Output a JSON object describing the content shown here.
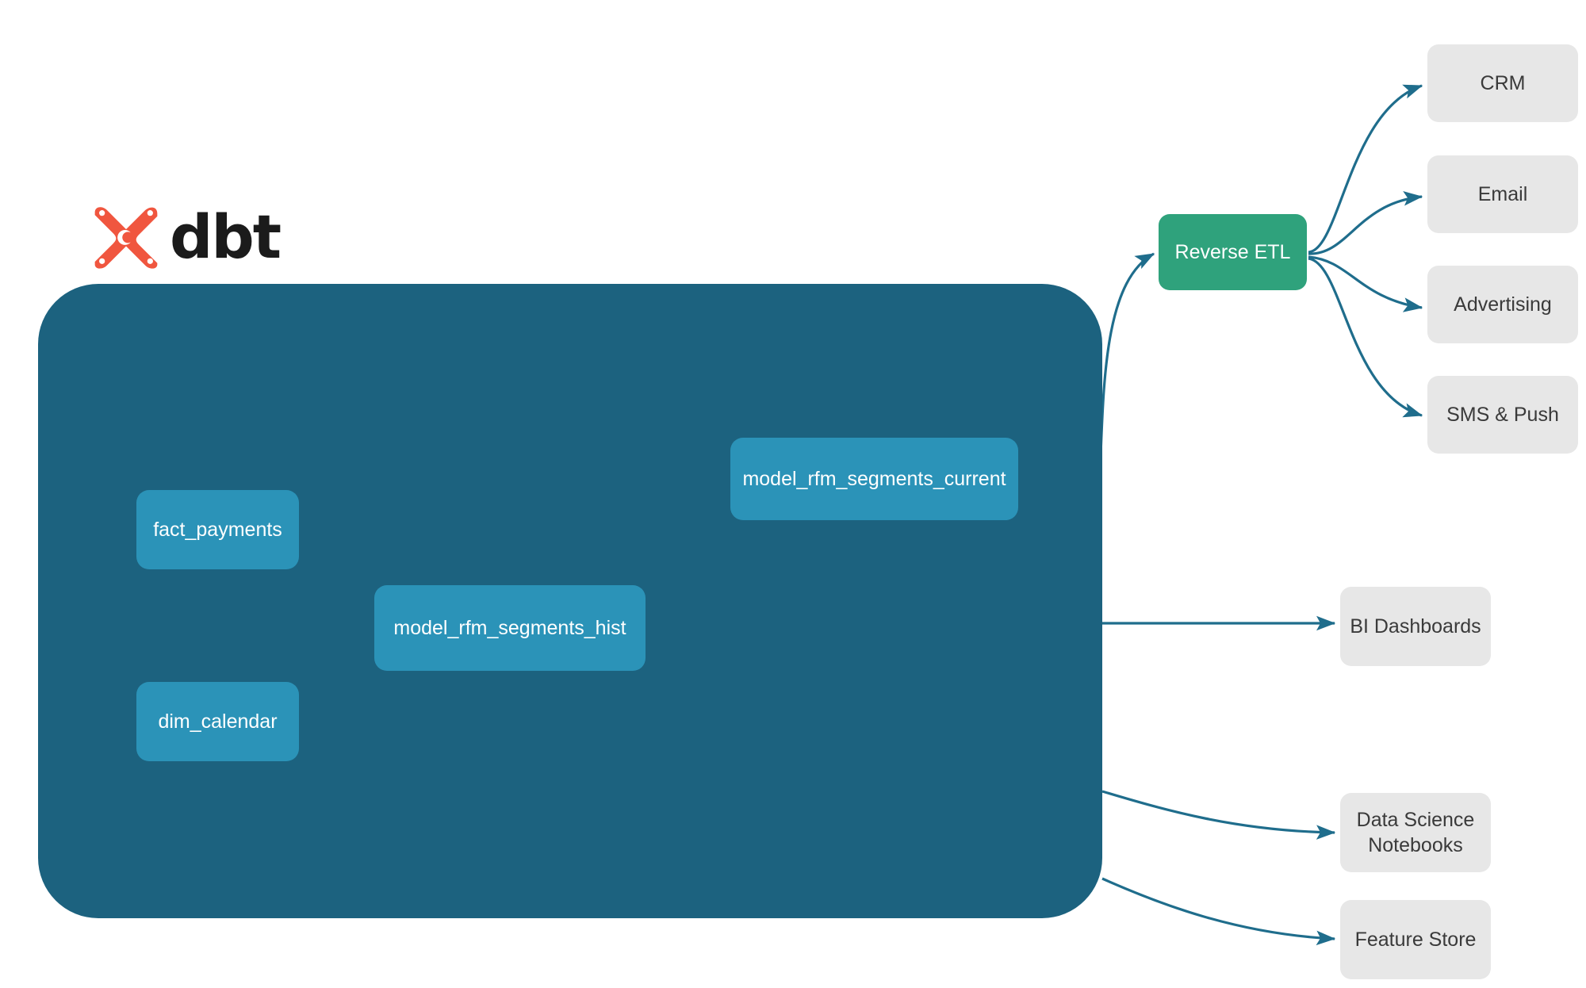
{
  "diagram": {
    "title": "dbt RFM segmentation lineage and activation",
    "brand": {
      "logo_icon": "dbt-logo-icon",
      "wordmark": "dbt",
      "logo_color": "#f0563f"
    },
    "colors": {
      "background": "#ffffff",
      "project_container": "#1c627f",
      "model_node": "#2b93b8",
      "reverse_etl_node": "#2fa27c",
      "destination_node": "#e7e7e7",
      "edge_outer": "#1f6d8c",
      "edge_inner": "#3a9cbe",
      "model_text": "#ffffff",
      "destination_text": "#3a3a3a"
    },
    "project": {
      "nodes": [
        {
          "id": "fact_payments",
          "label": "fact_payments"
        },
        {
          "id": "dim_calendar",
          "label": "dim_calendar"
        },
        {
          "id": "model_rfm_segments_hist",
          "label": "model_rfm_segments_hist"
        },
        {
          "id": "model_rfm_segments_current",
          "label": "model_rfm_segments_current"
        }
      ]
    },
    "activation": {
      "reverse_etl": {
        "id": "reverse_etl",
        "label": "Reverse ETL"
      },
      "channels": [
        {
          "id": "crm",
          "label": "CRM"
        },
        {
          "id": "email",
          "label": "Email"
        },
        {
          "id": "advertising",
          "label": "Advertising"
        },
        {
          "id": "sms_push",
          "label": "SMS & Push"
        }
      ]
    },
    "consumers": [
      {
        "id": "bi_dashboards",
        "label": "BI Dashboards"
      },
      {
        "id": "ds_notebooks",
        "label": "Data Science\nNotebooks",
        "line1": "Data Science",
        "line2": "Notebooks"
      },
      {
        "id": "feature_store",
        "label": "Feature Store"
      }
    ],
    "edges": [
      {
        "from": "fact_payments",
        "to": "model_rfm_segments_hist"
      },
      {
        "from": "dim_calendar",
        "to": "model_rfm_segments_hist"
      },
      {
        "from": "model_rfm_segments_hist",
        "to": "model_rfm_segments_current"
      },
      {
        "from": "model_rfm_segments_current",
        "to": "reverse_etl"
      },
      {
        "from": "reverse_etl",
        "to": "crm"
      },
      {
        "from": "reverse_etl",
        "to": "email"
      },
      {
        "from": "reverse_etl",
        "to": "advertising"
      },
      {
        "from": "reverse_etl",
        "to": "sms_push"
      },
      {
        "from": "model_rfm_segments_hist",
        "to": "bi_dashboards"
      },
      {
        "from": "model_rfm_segments_hist",
        "to": "ds_notebooks"
      },
      {
        "from": "model_rfm_segments_hist",
        "to": "feature_store"
      }
    ]
  }
}
